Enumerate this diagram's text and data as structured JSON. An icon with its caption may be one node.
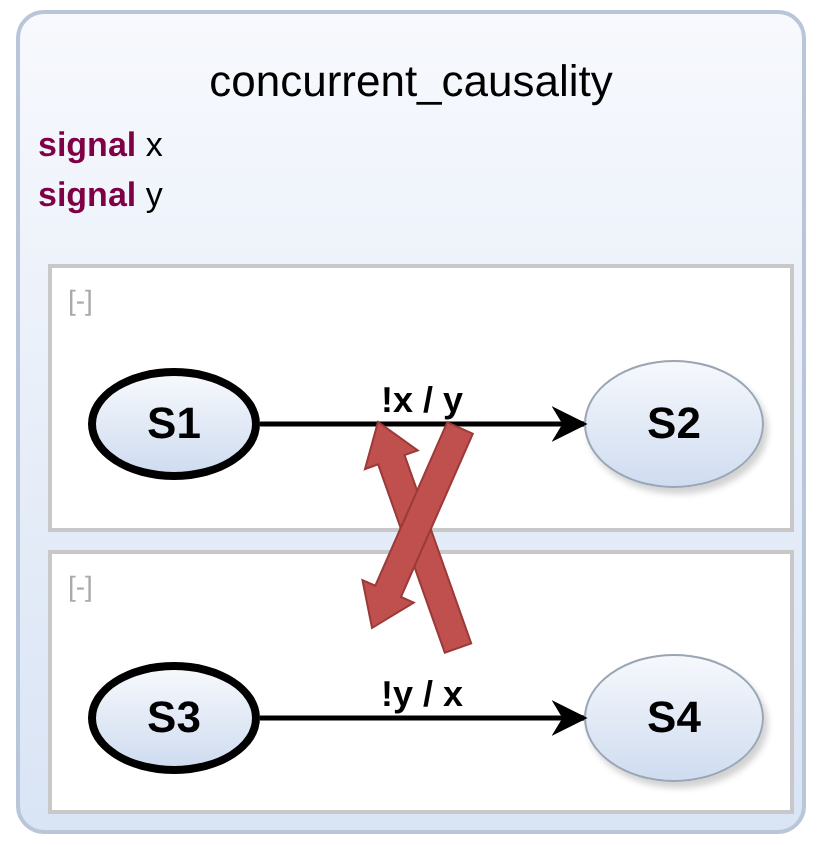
{
  "diagram": {
    "nodes": [
      {
        "text": [
          "concurrent_causality",
          "**signal** x",
          "**signal** y"
        ]
      },
      {
        "text": [
          "[-]"
        ],
        "in": 0
      },
      {
        "text": [
          "S1"
        ],
        "in": 1
      },
      {
        "text": [
          "S2"
        ],
        "in": 1
      },
      {
        "text": [
          "[-]"
        ],
        "in": 0
      },
      {
        "text": [
          "S3"
        ],
        "in": 4
      },
      {
        "text": [
          "S4"
        ],
        "in": 4
      }
    ],
    "edges": [
      {
        "from": 2,
        "to": 3,
        "arrow": "to",
        "label": "!x / y"
      },
      {
        "from": 5,
        "to": 6,
        "arrow": "to",
        "label": "!y / x"
      }
    ]
  }
}
